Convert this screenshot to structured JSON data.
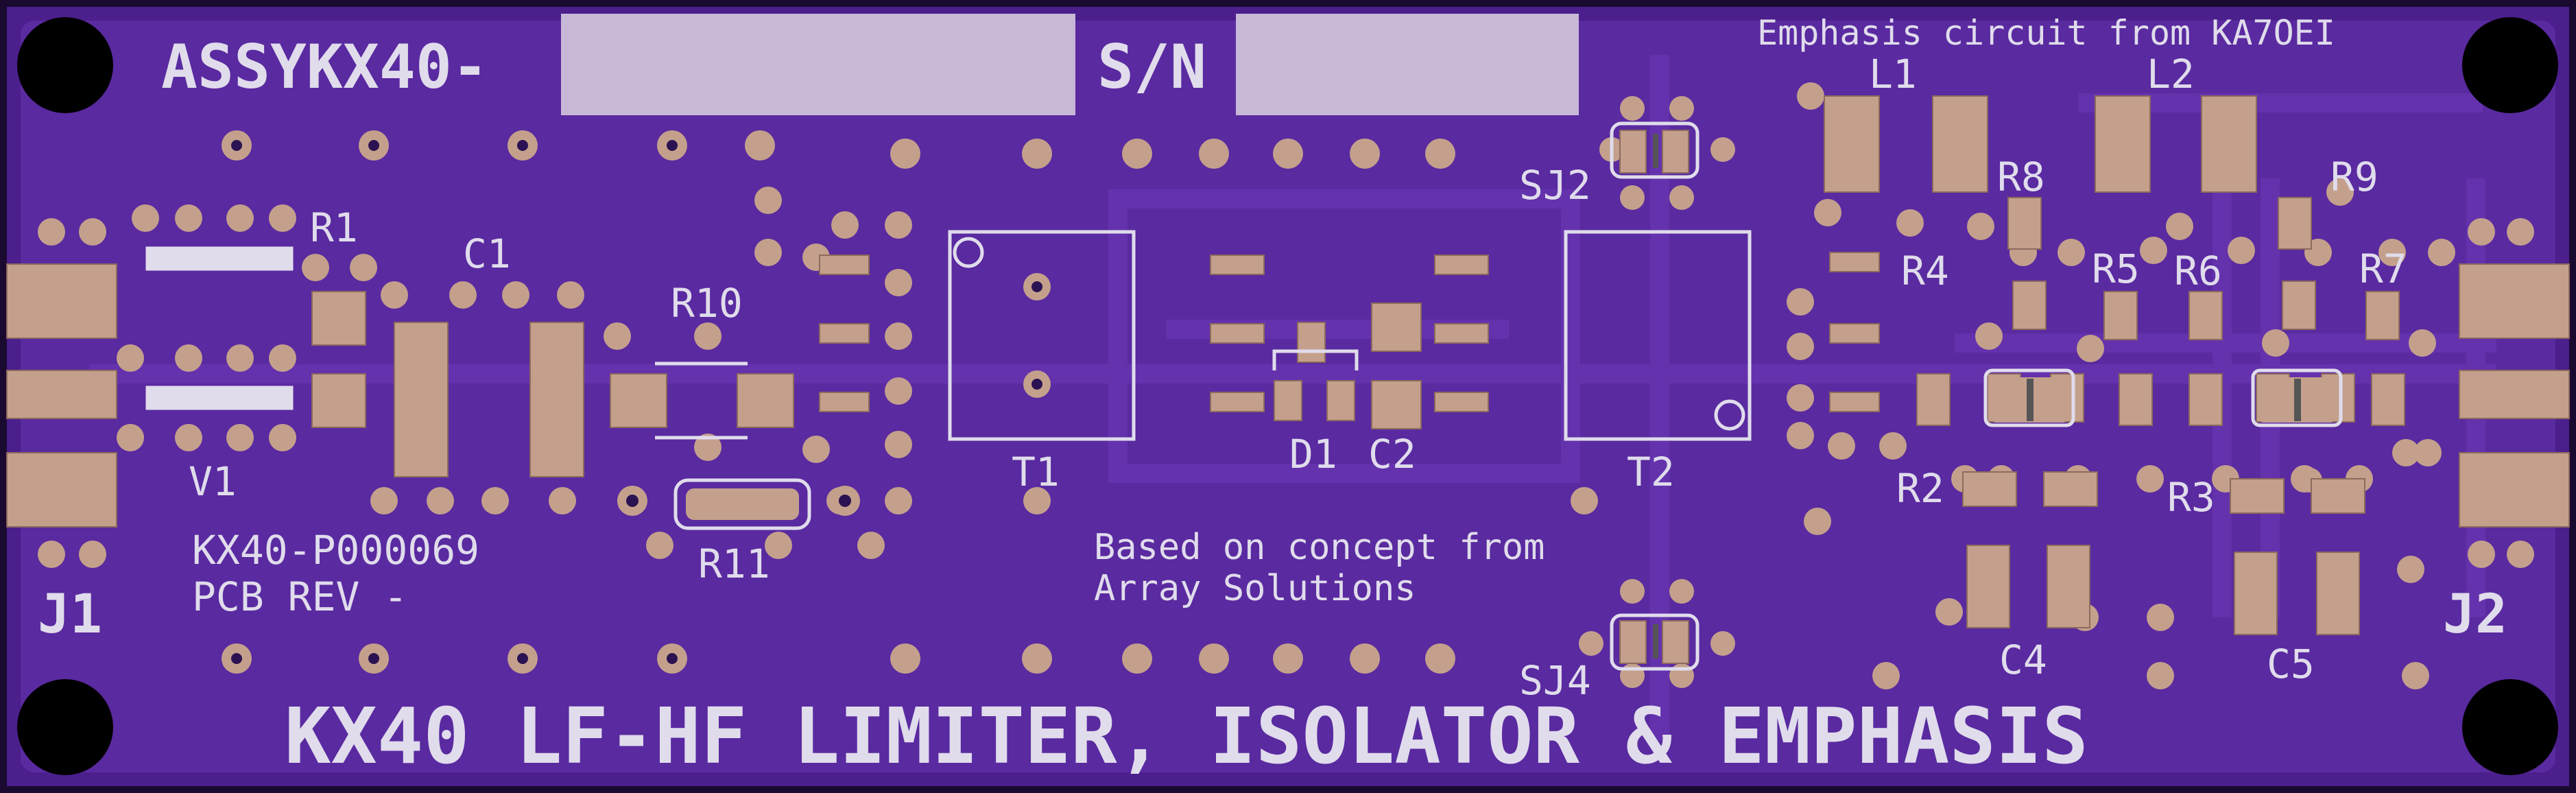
{
  "board": {
    "assy_label": "ASSYKX40-",
    "sn_label": "S/N",
    "credit_top": "Emphasis circuit from KA7OEI",
    "part_number": "KX40-P000069",
    "pcb_rev": "PCB REV -",
    "credit_bottom_1": "Based on concept from",
    "credit_bottom_2": "Array Solutions",
    "title": "KX40 LF-HF LIMITER, ISOLATOR & EMPHASIS"
  },
  "designators": {
    "J1": "J1",
    "J2": "J2",
    "V1": "V1",
    "R1": "R1",
    "C1": "C1",
    "R10": "R10",
    "R11": "R11",
    "T1": "T1",
    "T2": "T2",
    "D1": "D1",
    "C2": "C2",
    "SJ2": "SJ2",
    "SJ4": "SJ4",
    "L1": "L1",
    "L2": "L2",
    "R8": "R8",
    "R9": "R9",
    "R4": "R4",
    "R5": "R5",
    "R6": "R6",
    "R7": "R7",
    "R2": "R2",
    "R3": "R3",
    "C4": "C4",
    "C5": "C5"
  },
  "colors": {
    "background": "#ffffff",
    "board_edge": "#1a0a30",
    "substrate": "#4b1f8c",
    "copper_pour": "#5a2aa0",
    "copper_trace": "#6432ad",
    "pad": "#c4a08c",
    "pad_edge": "#8c6a5c",
    "drill": "#2b1252",
    "silkscreen": "#e0dcec",
    "sn_box": "#c8b8d8",
    "mount_hole": "#000000"
  }
}
